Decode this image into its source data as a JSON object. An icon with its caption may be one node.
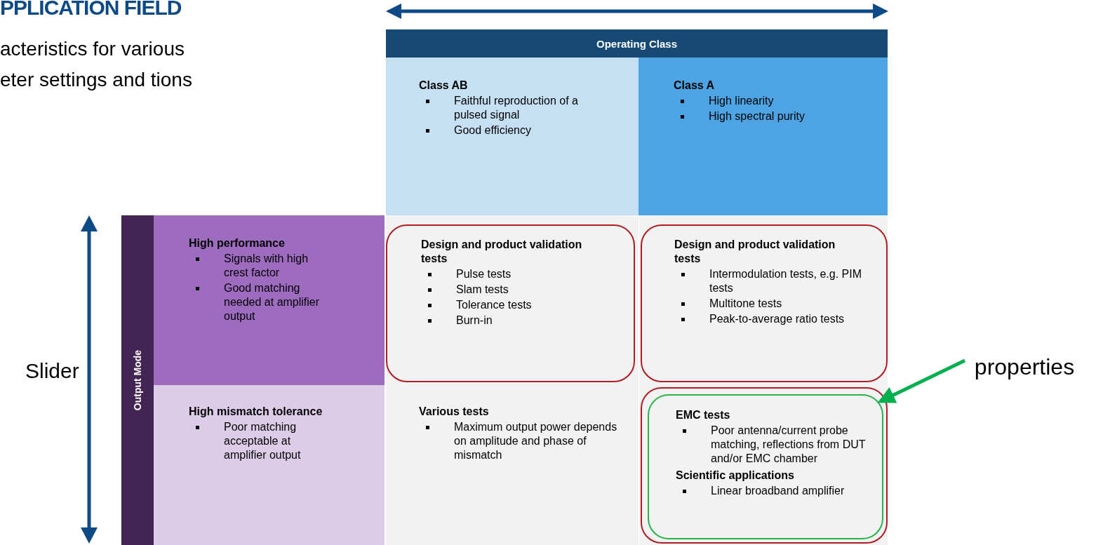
{
  "diagram": {
    "title": "PPLICATION FIELD",
    "nodes": [
      {
        "text": [
          "Operating Class"
        ]
      },
      {
        "text": [
          "Class AB",
          "Faithful reproduction of a pulsed signal",
          "Good efficiency"
        ]
      },
      {
        "text": [
          "Class A",
          "High linearity",
          "High spectral purity"
        ]
      },
      {
        "text": [
          "Output Mode"
        ]
      },
      {
        "text": [
          "High performance",
          "Signals with high crest factor",
          "Good matching needed at amplifier output"
        ]
      },
      {
        "text": [
          "High mismatch tolerance",
          "Poor matching acceptable at amplifier output"
        ]
      },
      {
        "text": [
          "Design and product validation tests",
          "Pulse tests",
          "Slam tests",
          "Tolerance tests",
          "Burn-in"
        ]
      },
      {
        "text": [
          "Design and product validation tests",
          "Intermodulation tests, e.g. PIM tests",
          "Multitone tests",
          "Peak-to-average ratio tests"
        ]
      },
      {
        "text": [
          "Various tests",
          "Maximum output power depends on amplitude and phase of mismatch"
        ]
      },
      {
        "text": [],
        "shape": "box"
      },
      {
        "text": [
          "EMC tests",
          "Poor antenna/current probe matching, reflections from DUT and/or EMC chamber",
          "Scientific applications",
          "Linear broadband amplifier"
        ],
        "in": 9
      },
      {
        "text": [
          "properties"
        ]
      }
    ],
    "edges": [
      {
        "from": 11,
        "to": 10,
        "arrow": "to",
        "color": "#00b050"
      }
    ],
    "labels": [
      "acteristics for various eter settings and tions",
      "Slider"
    ]
  }
}
